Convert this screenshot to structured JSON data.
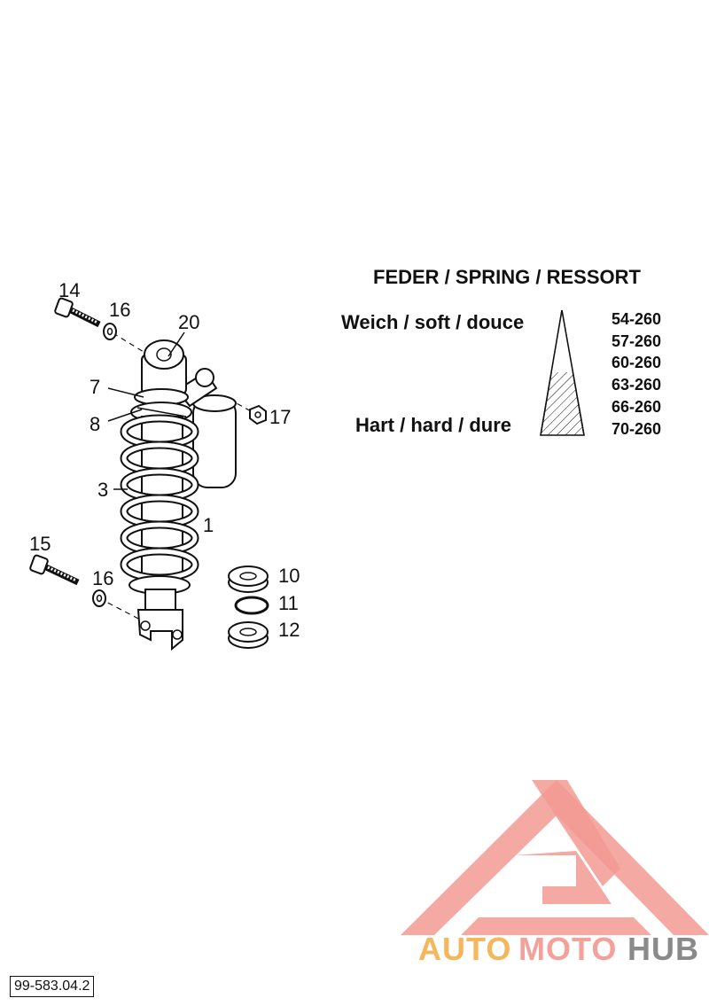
{
  "callouts": {
    "c14": "14",
    "c16_top": "16",
    "c20": "20",
    "c7": "7",
    "c8": "8",
    "c17": "17",
    "c3": "3",
    "c1": "1",
    "c15": "15",
    "c16_bottom": "16",
    "c10": "10",
    "c11": "11",
    "c12": "12"
  },
  "spring_table": {
    "title": "FEDER / SPRING / RESSORT",
    "soft_label": "Weich / soft / douce",
    "hard_label": "Hart / hard / dure",
    "codes": [
      "54-260",
      "57-260",
      "60-260",
      "63-260",
      "66-260",
      "70-260"
    ]
  },
  "watermark": {
    "auto": "AUTO",
    "moto": "MOTO",
    "hub": "HUB",
    "colors": {
      "auto": "#f5b65c",
      "moto": "#f2a29a",
      "hub": "#8a8a8a",
      "logo": "#f29a93"
    }
  },
  "doc_ref": "99-583.04.2"
}
